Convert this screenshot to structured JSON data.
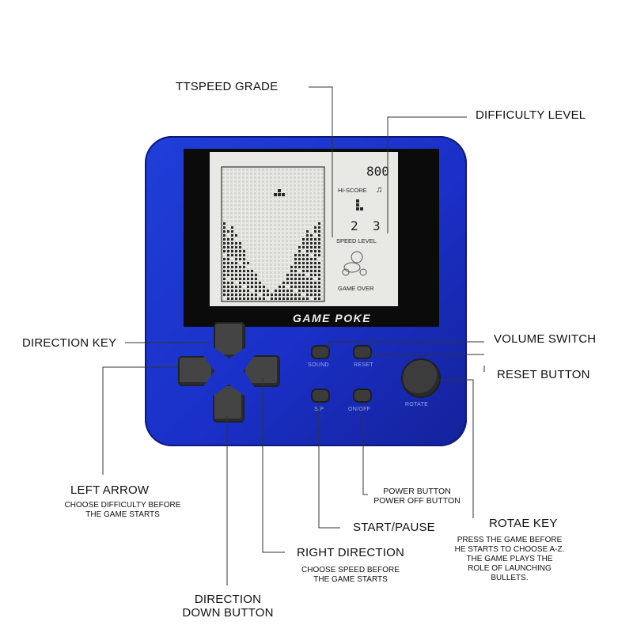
{
  "device": {
    "brand": "GAME POKE",
    "body_color": "#1a30c8",
    "screen": {
      "hiscore_value": "800",
      "hiscore_label": "HI-SCORE",
      "speed_value": "2",
      "level_value": "3",
      "speed_level_label": "SPEED LEVEL",
      "status": "GAME OVER",
      "sound_icon": "music-note-icon"
    },
    "button_captions": {
      "sound": "SOUND",
      "reset": "RESET",
      "start": "S/P",
      "onoff": "ON/OFF",
      "rotate": "ROTATE"
    }
  },
  "labels": {
    "speed_grade": "TTSPEED GRADE",
    "difficulty_level": "DIFFICULTY LEVEL",
    "direction_key": "DIRECTION KEY",
    "volume_switch": "VOLUME SWITCH",
    "reset_button": "RESET BUTTON",
    "left_arrow": "LEFT ARROW",
    "left_arrow_desc": "CHOOSE DIFFICULTY BEFORE\nTHE GAME STARTS",
    "power_button": "POWER BUTTON\nPOWER OFF BUTTON",
    "start_pause": "START/PAUSE",
    "rotate_key": "ROTAE KEY",
    "rotate_key_desc": "PRESS THE GAME BEFORE\nHE STARTS TO CHOOSE A-Z.\nTHE GAME PLAYS THE\nROLE OF LAUNCHING\nBULLETS.",
    "right_direction": "RIGHT DIRECTION",
    "right_direction_desc": "CHOOSE SPEED BEFORE\nTHE GAME STARTS",
    "down_button": "DIRECTION\nDOWN BUTTON"
  },
  "colors": {
    "body": "#1a30c8",
    "buttons": "#444444",
    "lcd": "#e8e8e4"
  }
}
